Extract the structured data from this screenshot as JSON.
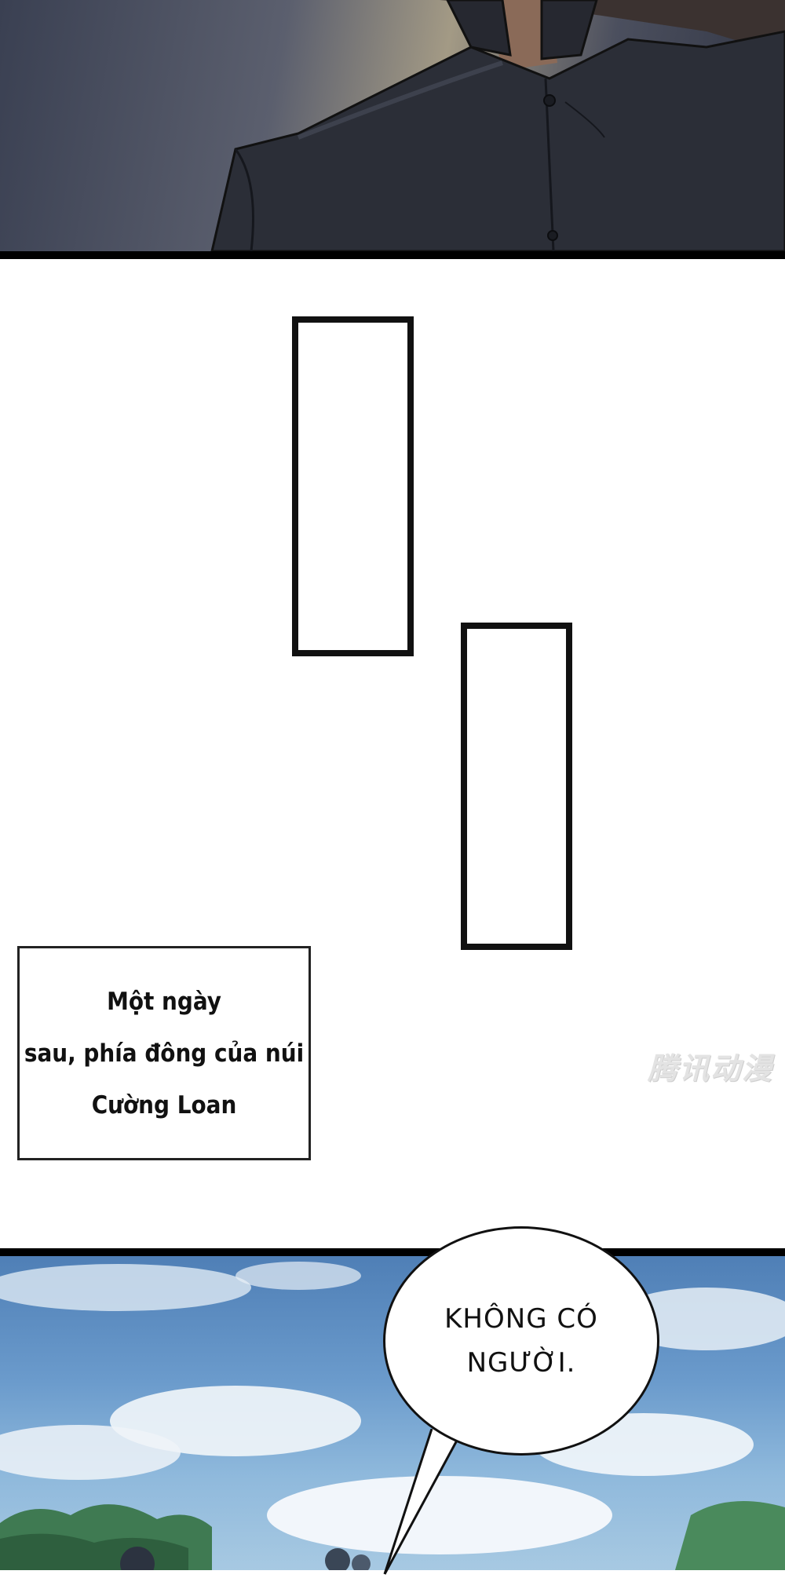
{
  "caption": {
    "lines": [
      "Một ngày",
      "sau, phía đông của núi",
      "Cường Loan"
    ]
  },
  "speech_bubble": {
    "lines": [
      "KHÔNG CÓ",
      "NGƯỜI."
    ]
  },
  "watermark": {
    "text": "腾讯动漫"
  },
  "colors": {
    "panel_border": "#000000",
    "sky": "#6b9bcc",
    "jacket": "#2b2e37"
  }
}
